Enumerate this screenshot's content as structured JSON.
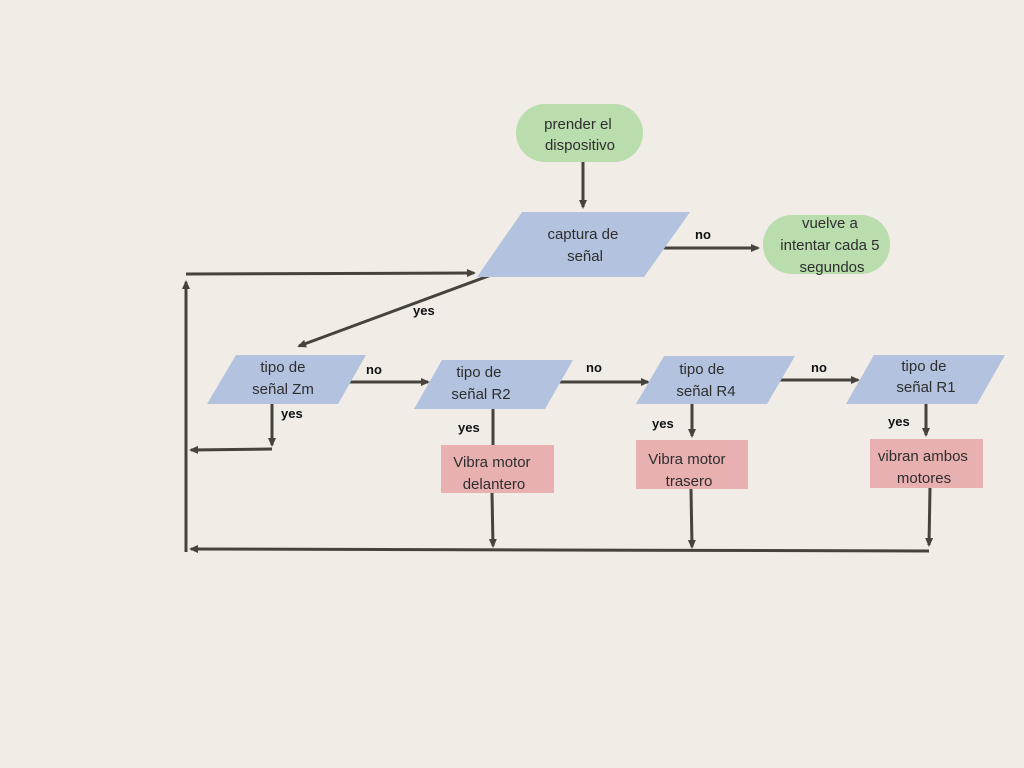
{
  "colors": {
    "background": "#F1ECE6",
    "terminal": "#B9DDAD",
    "io": "#B3C2DE",
    "process": "#E8B0B0",
    "arrow": "#47423C"
  },
  "nodes": {
    "start": [
      "prender el",
      "dispositivo"
    ],
    "capture": [
      "captura de",
      "señal"
    ],
    "retry": [
      "vuelve a",
      "intentar cada 5",
      "segundos"
    ],
    "zm": [
      "tipo de",
      "señal Zm"
    ],
    "r2": [
      "tipo de",
      "señal R2"
    ],
    "r4": [
      "tipo de",
      "señal R4"
    ],
    "r1": [
      "tipo de",
      "señal R1"
    ],
    "front_motor": [
      "Vibra motor",
      "delantero"
    ],
    "rear_motor": [
      "Vibra motor",
      "trasero"
    ],
    "both_motors": [
      "vibran ambos",
      "motores"
    ]
  },
  "edge_labels": {
    "capture_no": "no",
    "capture_yes": "yes",
    "zm_no": "no",
    "zm_yes": "yes",
    "r2_no": "no",
    "r2_yes": "yes",
    "r4_no": "no",
    "r4_yes": "yes",
    "r1_yes": "yes"
  }
}
